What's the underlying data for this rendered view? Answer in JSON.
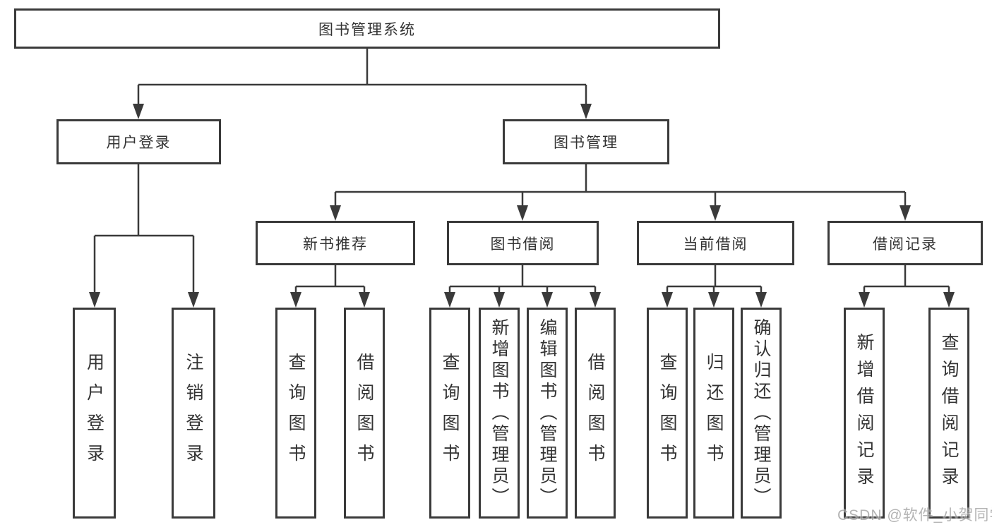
{
  "diagram": {
    "type": "hierarchy",
    "nodes": {
      "root": "图书管理系统",
      "user_login": "用户登录",
      "book_management": "图书管理",
      "new_book_recommend": "新书推荐",
      "book_borrow": "图书借阅",
      "current_borrow": "当前借阅",
      "borrow_records": "借阅记录",
      "leaf_user_login": "用户登录",
      "leaf_logout": "注销登录",
      "leaf_nb_query_books": "查询图书",
      "leaf_nb_borrow_books": "借阅图书",
      "leaf_bb_query_books": "查询图书",
      "leaf_bb_add_books_admin": "新增图书（管理员）",
      "leaf_bb_edit_books_admin": "编辑图书（管理员）",
      "leaf_bb_borrow_books": "借阅图书",
      "leaf_cb_query_books": "查询图书",
      "leaf_cb_return_books": "归还图书",
      "leaf_cb_confirm_return_admin": "确认归还（管理员）",
      "leaf_br_add_record": "新增借阅记录",
      "leaf_br_query_record": "查询借阅记录"
    },
    "hierarchy": {
      "图书管理系统": {
        "用户登录": [
          "用户登录",
          "注销登录"
        ],
        "图书管理": {
          "新书推荐": [
            "查询图书",
            "借阅图书"
          ],
          "图书借阅": [
            "查询图书",
            "新增图书（管理员）",
            "编辑图书（管理员）",
            "借阅图书"
          ],
          "当前借阅": [
            "查询图书",
            "归还图书",
            "确认归还（管理员）"
          ],
          "借阅记录": [
            "新增借阅记录",
            "查询借阅记录"
          ]
        }
      }
    },
    "watermark": "CSDN @软件_小贺同学",
    "colors": {
      "line": "#3a3a3a",
      "box_border": "#3a3a3a",
      "text": "#333333",
      "background": "#ffffff",
      "watermark": "#9f9f9f"
    }
  }
}
